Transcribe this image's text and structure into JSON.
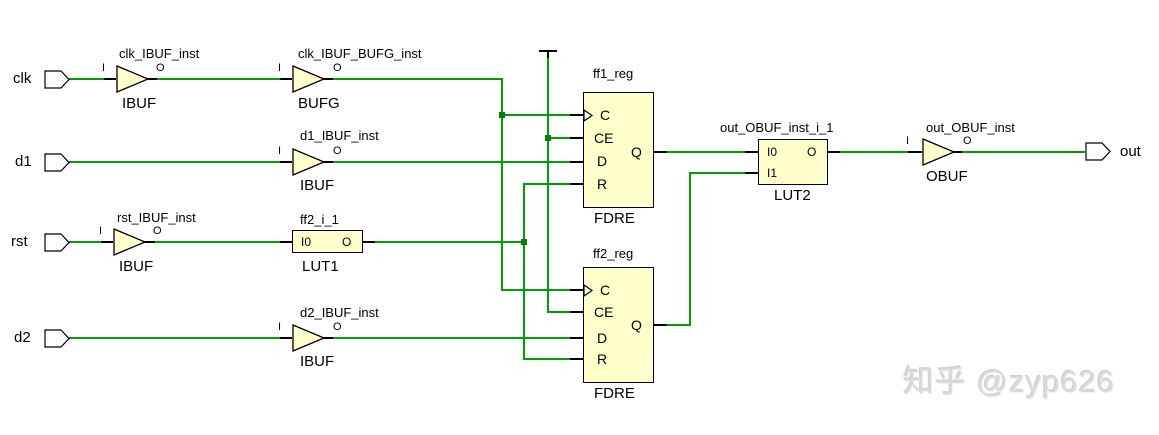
{
  "ports": {
    "clk": "clk",
    "d1": "d1",
    "rst": "rst",
    "d2": "d2",
    "out": "out"
  },
  "cells": {
    "clk_ibuf": {
      "instance": "clk_IBUF_inst",
      "type": "IBUF",
      "pin_in": "I",
      "pin_out": "O"
    },
    "clk_bufg": {
      "instance": "clk_IBUF_BUFG_inst",
      "type": "BUFG",
      "pin_in": "I",
      "pin_out": "O"
    },
    "d1_ibuf": {
      "instance": "d1_IBUF_inst",
      "type": "IBUF",
      "pin_in": "I",
      "pin_out": "O"
    },
    "rst_ibuf": {
      "instance": "rst_IBUF_inst",
      "type": "IBUF",
      "pin_in": "I",
      "pin_out": "O"
    },
    "d2_ibuf": {
      "instance": "d2_IBUF_inst",
      "type": "IBUF",
      "pin_in": "I",
      "pin_out": "O"
    },
    "out_obuf": {
      "instance": "out_OBUF_inst",
      "type": "OBUF",
      "pin_in": "I",
      "pin_out": "O"
    },
    "lut1": {
      "instance": "ff2_i_1",
      "type": "LUT1",
      "pin_i0": "I0",
      "pin_o": "O"
    },
    "lut2": {
      "instance": "out_OBUF_inst_i_1",
      "type": "LUT2",
      "pin_i0": "I0",
      "pin_i1": "I1",
      "pin_o": "O"
    },
    "ff1": {
      "instance": "ff1_reg",
      "type": "FDRE",
      "pin_c": "C",
      "pin_ce": "CE",
      "pin_d": "D",
      "pin_r": "R",
      "pin_q": "Q"
    },
    "ff2": {
      "instance": "ff2_reg",
      "type": "FDRE",
      "pin_c": "C",
      "pin_ce": "CE",
      "pin_d": "D",
      "pin_r": "R",
      "pin_q": "Q"
    }
  },
  "colors": {
    "wire": "#00A000",
    "cell_fill": "#FFFFCC",
    "cell_border": "#000000",
    "port_fill": "#FFFFFF"
  },
  "watermark": "知乎 @zyp626"
}
